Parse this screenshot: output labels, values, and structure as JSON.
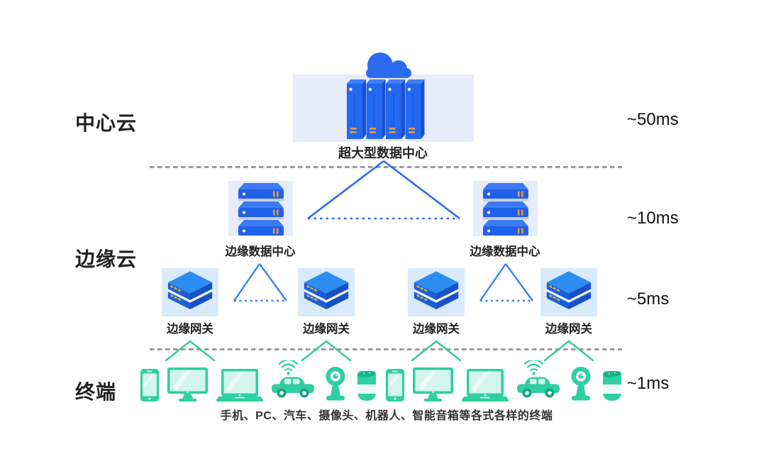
{
  "tiers": {
    "central_label": "中心云",
    "edge_label": "边缘云",
    "terminal_label": "终端"
  },
  "latencies": {
    "central": "~50ms",
    "edge_dc": "~10ms",
    "edge_gw": "~5ms",
    "terminal": "~1ms"
  },
  "central_cloud": {
    "label": "超大型数据中心",
    "icon": "cloud-over-server-racks-icon"
  },
  "edge_datacenters": [
    {
      "label": "边缘数据中心",
      "icon": "server-stack-icon"
    },
    {
      "label": "边缘数据中心",
      "icon": "server-stack-icon"
    }
  ],
  "edge_gateways": [
    {
      "label": "边缘网关",
      "icon": "gateway-box-icon"
    },
    {
      "label": "边缘网关",
      "icon": "gateway-box-icon"
    },
    {
      "label": "边缘网关",
      "icon": "gateway-box-icon"
    },
    {
      "label": "边缘网关",
      "icon": "gateway-box-icon"
    }
  ],
  "terminals": {
    "caption": "手机、PC、汽车、摄像头、机器人、智能音箱等各式各样的终端",
    "devices": [
      "smartphone",
      "desktop-monitor",
      "laptop",
      "autonomous-car",
      "camera",
      "smart-speaker",
      "smartphone",
      "desktop-monitor",
      "laptop",
      "autonomous-car",
      "camera",
      "smart-speaker"
    ]
  },
  "colors": {
    "primary_blue": "#2468f0",
    "deep_blue": "#1a4fd0",
    "cloud_blue": "#2a6bf2",
    "light_lavender_bg": "#e8ebf8",
    "light_blue_bg": "#d9eafb",
    "link_blue": "#2a6df0",
    "small_triangle_blue": "#3487e8",
    "divider_gray": "#9b9b9b",
    "device_green": "#2ecfa0",
    "device_green_light": "#d4f5ec",
    "accent_orange": "#ef9a3a",
    "accent_yellow": "#d2b44e"
  }
}
